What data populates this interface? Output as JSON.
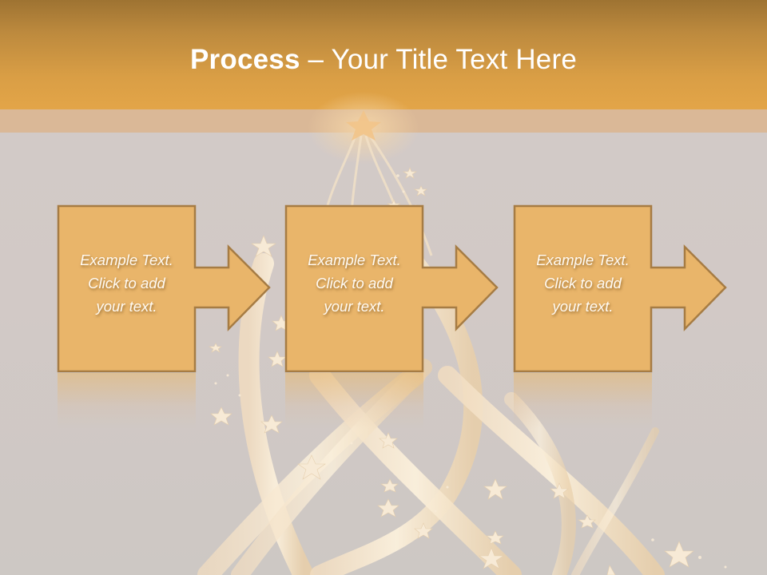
{
  "slide": {
    "title": {
      "bold": "Process",
      "rest": " – Your Title Text Here"
    },
    "steps": [
      {
        "line1": "Example Text.",
        "line2": "Click  to add",
        "line3": "your text."
      },
      {
        "line1": "Example Text.",
        "line2": "Click  to add",
        "line3": "your text."
      },
      {
        "line1": "Example Text.",
        "line2": "Click  to add",
        "line3": "your text."
      }
    ],
    "colors": {
      "header_top": "#9e7332",
      "header_bottom": "#e3a548",
      "band": "#dab897",
      "background": "#d2c9c6",
      "box_fill": "#e9b56a",
      "box_border": "#a67c44",
      "text": "#ffffff"
    },
    "decoration": {
      "star_icon": "star-burst-icon",
      "ribbons": "gold-ribbon-tree"
    }
  }
}
